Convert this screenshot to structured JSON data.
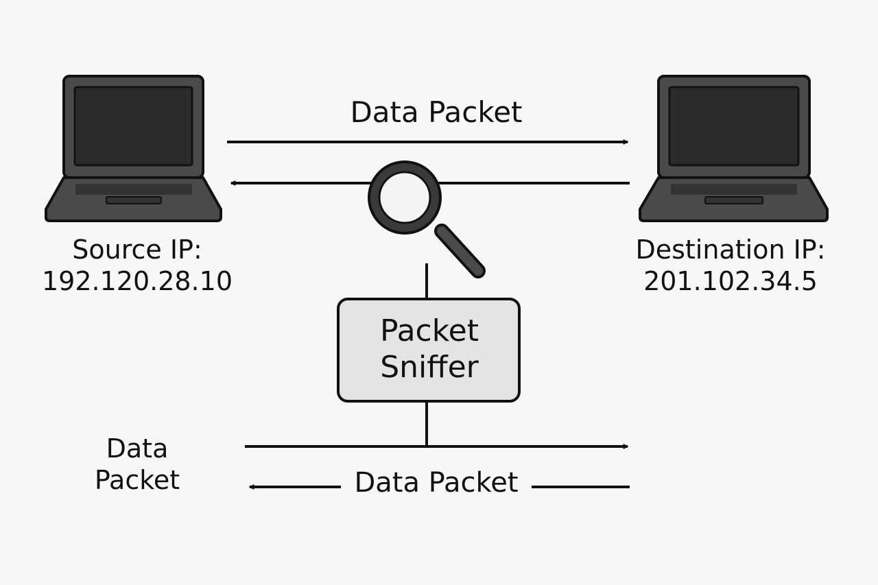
{
  "diagram": {
    "top_arrow_label": "Data Packet",
    "source": {
      "line1": "Source IP:",
      "line2": "192.120.28.10"
    },
    "destination": {
      "line1": "Destination IP:",
      "line2": "201.102.34.5"
    },
    "sniffer": {
      "line1": "Packet",
      "line2": "Sniffer"
    },
    "left_label": {
      "line1": "Data",
      "line2": "Packet"
    },
    "bottom_arrow_label": "Data Packet"
  },
  "colors": {
    "background": "#f7f7f7",
    "laptop_body": "#4a4a4a",
    "laptop_screen": "#2b2b2b",
    "sniffer_box": "#e4e4e4",
    "lens": "#f4f4f4",
    "line": "#111111"
  },
  "icons": [
    "laptop-icon",
    "magnifying-glass-icon",
    "arrow-right-icon",
    "arrow-left-icon"
  ]
}
